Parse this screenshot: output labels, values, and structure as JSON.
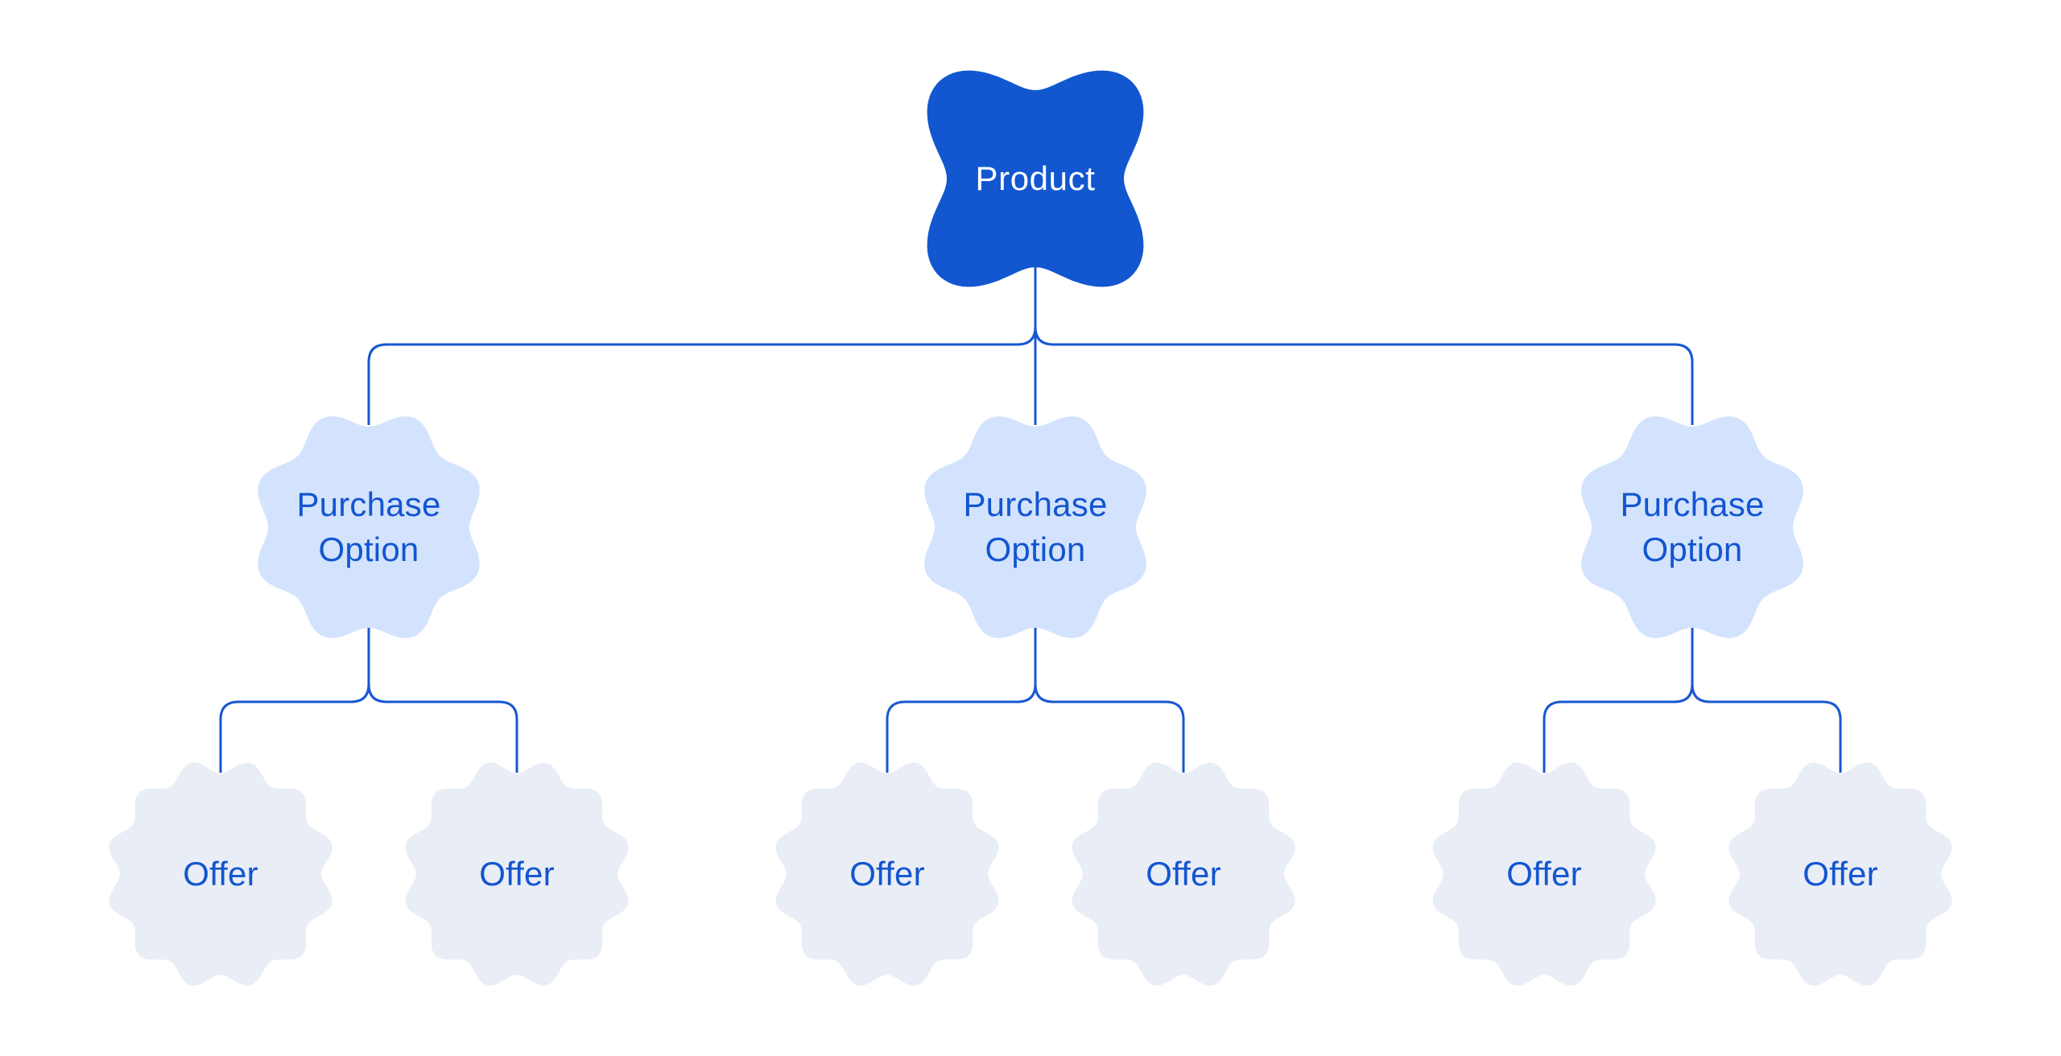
{
  "colors": {
    "product_fill": "#1257d0",
    "purchase_fill": "#d3e3fd",
    "offer_fill": "#e9edf5",
    "node_text": "#1355d0",
    "product_text": "#ffffff",
    "connector": "#1757d1"
  },
  "diagram": {
    "root": {
      "label": "Product"
    },
    "purchase_options": [
      {
        "label": "Purchase Option"
      },
      {
        "label": "Purchase Option"
      },
      {
        "label": "Purchase Option"
      }
    ],
    "offers": [
      {
        "label": "Offer"
      },
      {
        "label": "Offer"
      },
      {
        "label": "Offer"
      },
      {
        "label": "Offer"
      },
      {
        "label": "Offer"
      },
      {
        "label": "Offer"
      }
    ]
  }
}
